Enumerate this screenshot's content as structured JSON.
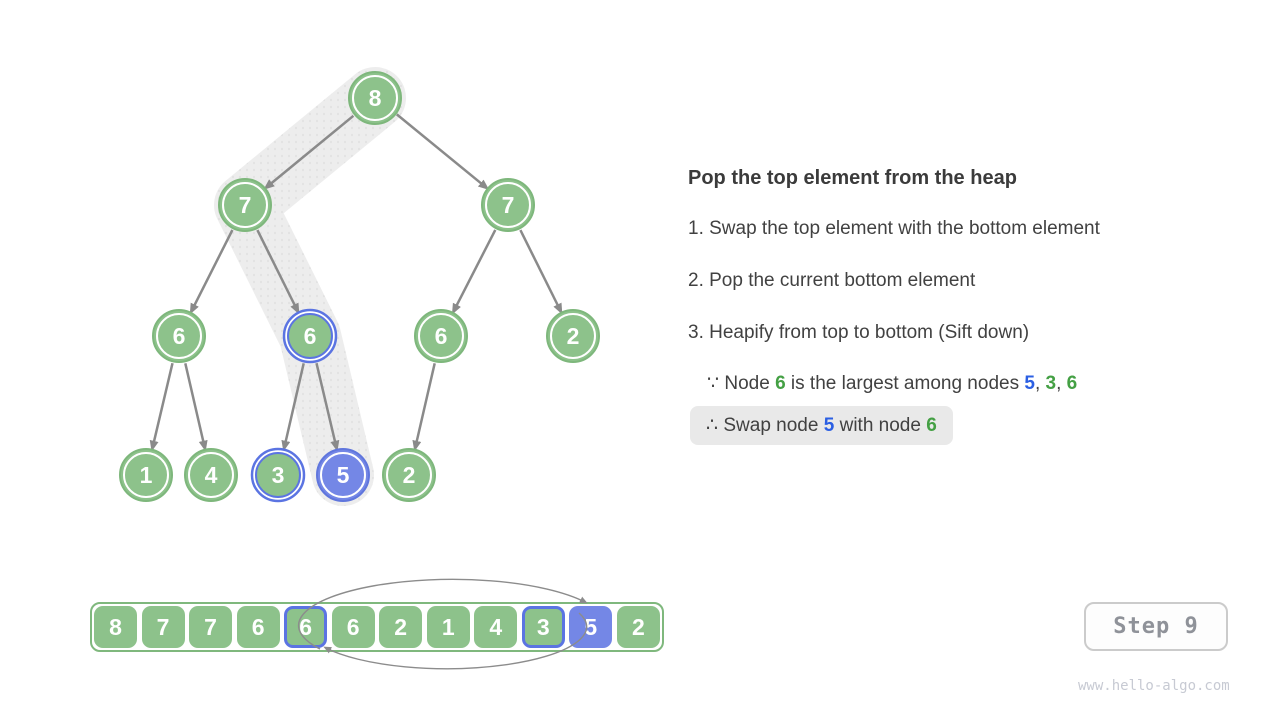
{
  "panel": {
    "title": "Pop the top element from the heap",
    "steps": [
      "1. Swap the top element with the bottom element",
      "2. Pop the current bottom element",
      "3. Heapify from top to bottom (Sift down)"
    ],
    "because": {
      "segments": [
        {
          "text": "∵ Node ",
          "color": "dark"
        },
        {
          "text": "6",
          "color": "green"
        },
        {
          "text": " is the largest among nodes ",
          "color": "dark"
        },
        {
          "text": "5",
          "color": "blue"
        },
        {
          "text": ", ",
          "color": "dark"
        },
        {
          "text": "3",
          "color": "green"
        },
        {
          "text": ", ",
          "color": "dark"
        },
        {
          "text": "6",
          "color": "green"
        }
      ]
    },
    "therefore": {
      "segments": [
        {
          "text": "∴ Swap node ",
          "color": "dark"
        },
        {
          "text": "5",
          "color": "blue"
        },
        {
          "text": " with node ",
          "color": "dark"
        },
        {
          "text": "6",
          "color": "green"
        }
      ]
    }
  },
  "tree": {
    "nodes": [
      {
        "value": "8",
        "variant": "green"
      },
      {
        "value": "7",
        "variant": "green"
      },
      {
        "value": "7",
        "variant": "green"
      },
      {
        "value": "6",
        "variant": "green"
      },
      {
        "value": "6",
        "variant": "blue-ring"
      },
      {
        "value": "6",
        "variant": "green"
      },
      {
        "value": "2",
        "variant": "green"
      },
      {
        "value": "1",
        "variant": "green"
      },
      {
        "value": "4",
        "variant": "green"
      },
      {
        "value": "3",
        "variant": "blue-ring"
      },
      {
        "value": "5",
        "variant": "blue"
      },
      {
        "value": "2",
        "variant": "green"
      }
    ]
  },
  "array": {
    "cells": [
      {
        "value": "8",
        "variant": "green"
      },
      {
        "value": "7",
        "variant": "green"
      },
      {
        "value": "7",
        "variant": "green"
      },
      {
        "value": "6",
        "variant": "green"
      },
      {
        "value": "6",
        "variant": "blue-ring"
      },
      {
        "value": "6",
        "variant": "green"
      },
      {
        "value": "2",
        "variant": "green"
      },
      {
        "value": "1",
        "variant": "green"
      },
      {
        "value": "4",
        "variant": "green"
      },
      {
        "value": "3",
        "variant": "blue-ring"
      },
      {
        "value": "5",
        "variant": "blue"
      },
      {
        "value": "2",
        "variant": "green"
      }
    ]
  },
  "step_badge": {
    "label": "Step 9"
  },
  "watermark": "www.hello-algo.com",
  "colors": {
    "node_green": "#8dc28b",
    "node_blue": "#7487e6",
    "ring_blue": "#5b74e2",
    "text_green": "#44a044",
    "text_blue": "#2b5fe3",
    "edge_gray": "#8a8a8a",
    "band_gray": "#ededed",
    "step_text": "#8f9299",
    "watermark_gray": "#c7cad3"
  }
}
